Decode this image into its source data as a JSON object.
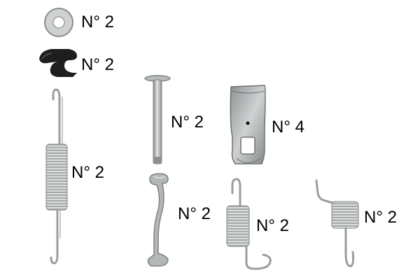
{
  "parts": [
    {
      "name": "washer",
      "label": "N° 2"
    },
    {
      "name": "retaining-clip",
      "label": "N° 2"
    },
    {
      "name": "long-spring",
      "label": "N° 2"
    },
    {
      "name": "hold-down-pin",
      "label": "N° 2"
    },
    {
      "name": "spring-plate-clip",
      "label": "N° 4"
    },
    {
      "name": "adjuster-lever",
      "label": "N° 2"
    },
    {
      "name": "short-spring-a",
      "label": "N° 2"
    },
    {
      "name": "short-spring-b",
      "label": "N° 2"
    }
  ],
  "colors": {
    "metal": "#b9bcbc",
    "metal_dark": "#7f8383",
    "clip": "#1e1e1e",
    "text": "#000000"
  }
}
